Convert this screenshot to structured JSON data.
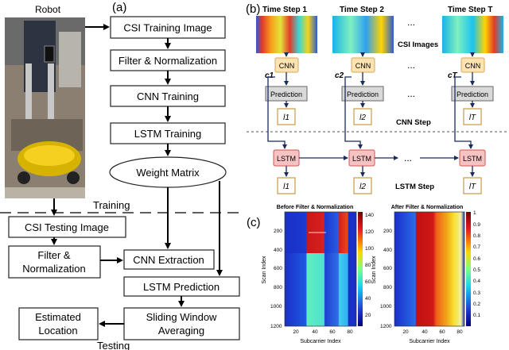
{
  "panel_a": {
    "label": "(a)",
    "robot_label": "Robot",
    "training_steps": [
      "CSI Training Image",
      "Filter & Normalization",
      "CNN Training",
      "LSTM Training"
    ],
    "weight_matrix": "Weight Matrix",
    "training_label": "Training",
    "testing_label": "Testing",
    "testing_boxes": {
      "csi_testing": "CSI Testing Image",
      "filter_l1": "Filter &",
      "filter_l2": "Normalization",
      "cnn_extraction": "CNN Extraction",
      "lstm_prediction": "LSTM Prediction",
      "sliding_l1": "Sliding Window",
      "sliding_l2": "Averaging",
      "estimated_l1": "Estimated",
      "estimated_l2": "Location"
    }
  },
  "panel_b": {
    "label": "(b)",
    "time_steps": [
      "Time Step 1",
      "Time Step 2",
      "Time Step T"
    ],
    "csi_images_label": "CSI Images",
    "cnn_label": "CNN",
    "prediction_label": "Prediction",
    "c_labels": [
      "c1",
      "c2",
      "cT"
    ],
    "l_labels": [
      "l1",
      "l2",
      "lT"
    ],
    "ellipsis": "...",
    "cnn_step_label": "CNN Step",
    "lstm_label": "LSTM",
    "lstm_step_label": "LSTM Step"
  },
  "panel_c": {
    "label": "(c)",
    "heatmaps": [
      {
        "title": "Before Filter & Normalization",
        "ylabel": "Scan Index",
        "xlabel": "Subcarrier Index",
        "yticks": [
          "200",
          "400",
          "600",
          "800",
          "1000",
          "1200"
        ],
        "xticks": [
          "20",
          "40",
          "60",
          "80"
        ],
        "colorbar_ticks": [
          "140",
          "120",
          "100",
          "80",
          "60",
          "40",
          "20"
        ]
      },
      {
        "title": "After Filter & Normalization",
        "ylabel": "Scan Index",
        "xlabel": "Subcarrier Index",
        "yticks": [
          "200",
          "400",
          "600",
          "800",
          "1000",
          "1200"
        ],
        "xticks": [
          "20",
          "40",
          "60",
          "80"
        ],
        "colorbar_ticks": [
          "1",
          "0.9",
          "0.8",
          "0.7",
          "0.6",
          "0.5",
          "0.4",
          "0.3",
          "0.2",
          "0.1"
        ]
      }
    ]
  },
  "colors": {
    "cnn_fill": "#fde3b0",
    "lstm_fill": "#f7c2c2",
    "prediction_fill": "#d9d9d9",
    "heat_blue": "#1f3fd0",
    "heat_red": "#d0201a"
  }
}
